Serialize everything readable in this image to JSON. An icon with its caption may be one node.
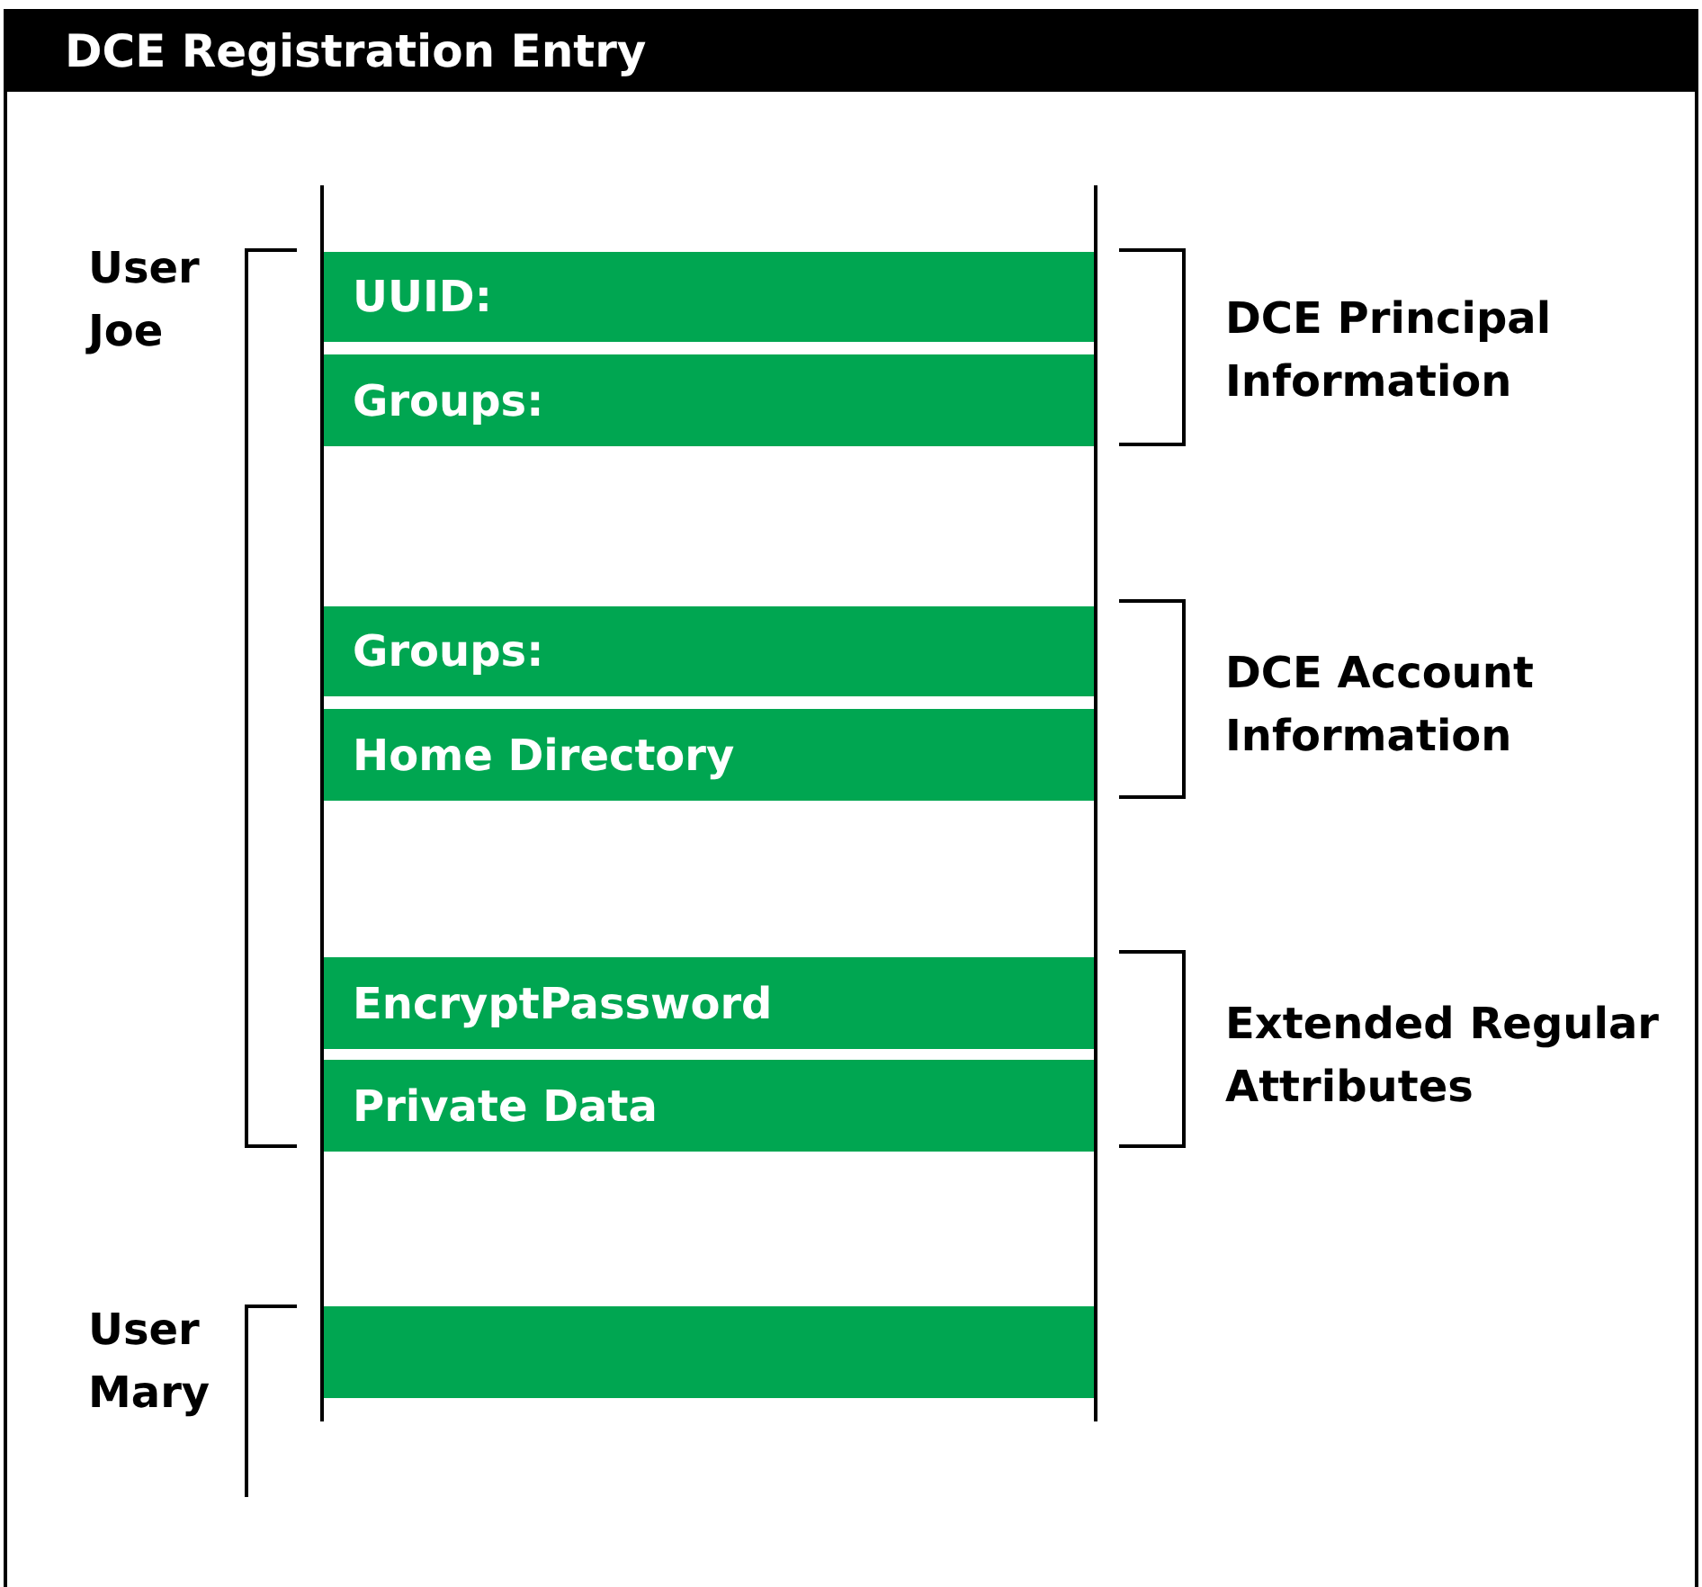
{
  "diagram": {
    "title": "DCE Registration Entry",
    "nodes": [
      {
        "text": [
          "UUID:"
        ]
      },
      {
        "text": [
          "Groups:"
        ]
      },
      {
        "text": [
          "Groups:"
        ]
      },
      {
        "text": [
          "Home Directory"
        ]
      },
      {
        "text": [
          "EncryptPassword"
        ]
      },
      {
        "text": [
          "Private Data"
        ]
      },
      {
        "text": [],
        "shape": "bar"
      }
    ],
    "edges": [],
    "labels": [
      "User Joe",
      "DCE Principal Information",
      "DCE Account Information",
      "Extended Regular Attributes",
      "User Mary"
    ]
  }
}
